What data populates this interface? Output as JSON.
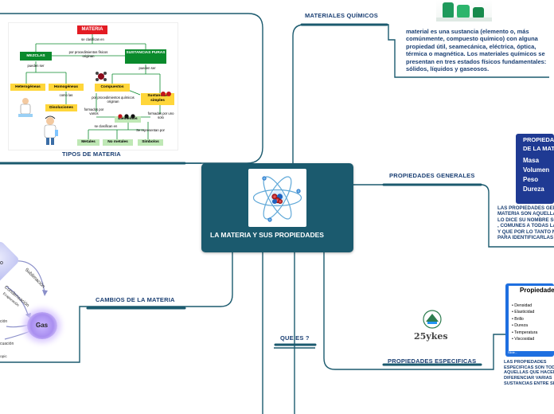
{
  "central": {
    "title": "LA MATERIA Y SUS PROPIEDADES",
    "icon": "atom-icon"
  },
  "topics": {
    "materiales_quimicos": "MATERIALES QUÍMICOS",
    "propiedades_generales": "PROPIEDADES GENERALES",
    "propiedades_especificas": "PROPIEDADES ESPECIFICAS",
    "que_es": "QUE ES ?",
    "tipos_de_materia": "TIPOS DE MATERIA",
    "cambios_de_la_materia": "CAMBIOS DE LA MATERIA"
  },
  "descriptions": {
    "materiales_quimicos": "material es una sustancia (elemento o, más comúnmente, compuesto químico) con alguna propiedad útil, seamecánica, eléctrica, óptica, térmica o magnética.  Los materiales químicos se presentan en tres estados físicos fundamentales: sólidos, líquidos y gaseosos.",
    "propiedades_generales": "LAS PROPIEDADES GENERALES DE LA MATERIA SON AQUELLAS QUE COMO LO DICE SU NOMBRE SON GENERALES , COMUNES A TODAS LAS SUSTANCIAS Y QUE POR LO TANTO NO SIRVEN PARA IDENTIFICARLAS",
    "propiedades_especificas": "LAS PROPIEDADES ESPECIFICAS SON TODAS AQUELLAS QUE HACEN DIFERENCIAR VARIAS SUSTANCIAS ENTRE SI ."
  },
  "generales_slide": {
    "title_line1": "PROPIEDADES GENERALES",
    "title_line2": "DE LA MATERIA",
    "items": [
      "Masa",
      "Volumen",
      "Peso",
      "Dureza"
    ]
  },
  "especificas_slide": {
    "title": "Propiedades",
    "items": [
      "Densidad",
      "Elasticidad",
      "Brillo",
      "Dureza",
      "Temperatura",
      "Viscosidad"
    ],
    "footer": "Slide..."
  },
  "logo_25": {
    "text": "25ykes"
  },
  "concept_map": {
    "materia": "MATERIA",
    "se_clasifican": "se clasifican en",
    "mezclas": "MEZCLAS",
    "por_procedimientos_fisicos": "por procedimientos físicos originan",
    "sustancias_puras": "SUSTANCIAS PURAS",
    "pueden_ser_1": "pueden ser",
    "pueden_ser_2": "pueden ser",
    "heterogeneas": "Heterogéneas",
    "homogeneas": "Homogéneas",
    "como_las": "como las",
    "disoluciones": "Disoluciones",
    "compuestos": "Compuestos",
    "sustancias_simples": "Sustancias simples",
    "por_procedimientos_quimicos": "por procedimientos químicos originan",
    "formados_por_varios": "formados por varios",
    "elementos": "Elementos",
    "formadas_por_uno_solo": "formadas por uno solo",
    "se_clasifican_en": "se clasifican en",
    "se_representan_por": "Se representan por",
    "metales": "Metales",
    "no_metales": "No metales",
    "simbolos": "Símbolos"
  },
  "states_diagram": {
    "liquido": "o",
    "gas": "Gas",
    "sublimacion": "Sublimación",
    "condensacion": "Condensación",
    "evaporacion": "Evaporación",
    "cion": "ción",
    "licuacion": "cuación",
    "topic": "opic"
  },
  "colors": {
    "branch": "#1b5a6e",
    "topic_text": "#1a3f73",
    "central_bg": "#1b5a6e"
  }
}
